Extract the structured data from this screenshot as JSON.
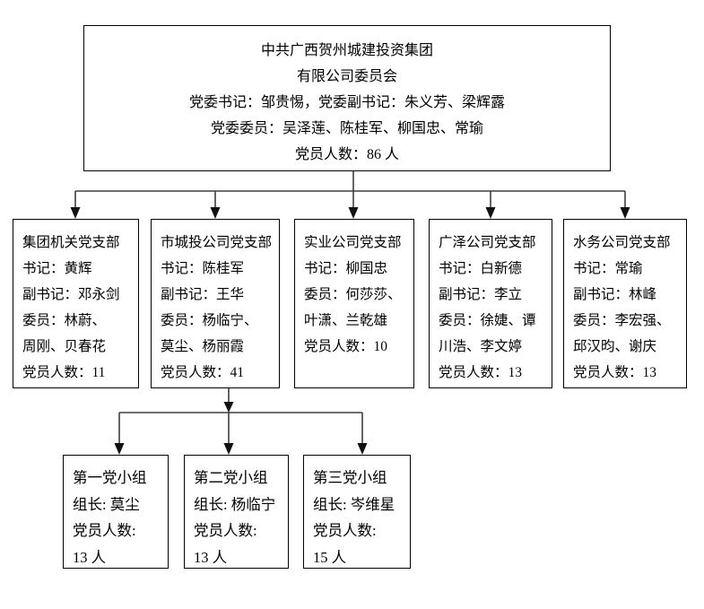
{
  "colors": {
    "line": "#3f3f3f",
    "arrow": "#111111",
    "border": "#000000",
    "background": "#ffffff"
  },
  "root": {
    "lines": [
      "中共广西贺州城建投资集团",
      "有限公司委员会",
      "党委书记：邹贵惕，党委副书记：朱义芳、梁辉露",
      "党委委员：吴泽莲、陈桂军、柳国忠、常瑜",
      "党员人数：86 人"
    ]
  },
  "branches": [
    {
      "title": "集团机关党支部",
      "lines": [
        "集团机关党支部",
        "书记：黄辉",
        "副书记：邓永剑",
        "委员：林蔚、",
        "周刚、贝春花",
        "党员人数：11"
      ]
    },
    {
      "title": "市城投公司党支部",
      "lines": [
        "市城投公司党支部",
        "书记：陈桂军",
        "副书记：王华",
        "委员：杨临宁、",
        "莫尘、杨丽霞",
        "党员人数：41"
      ]
    },
    {
      "title": "实业公司党支部",
      "lines": [
        "实业公司党支部",
        "书记：柳国忠",
        "委员：何莎莎、",
        "叶潇、兰乾雄",
        "党员人数：10"
      ]
    },
    {
      "title": "广泽公司党支部",
      "lines": [
        "广泽公司党支部",
        "书记：白新德",
        "副书记：李立",
        "委员：徐婕、谭",
        "川浩、李文婷",
        "党员人数：13"
      ]
    },
    {
      "title": "水务公司党支部",
      "lines": [
        "水务公司党支部",
        "书记：常瑜",
        "副书记：林峰",
        "委员：李宏强、",
        "邱汉昀、谢庆",
        "党员人数：13"
      ]
    }
  ],
  "groups": [
    {
      "title": "第一党小组",
      "lines": [
        "第一党小组",
        "组长: 莫尘",
        "党员人数:",
        "13 人"
      ]
    },
    {
      "title": "第二党小组",
      "lines": [
        "第二党小组",
        "组长: 杨临宁",
        "党员人数:",
        "13 人"
      ]
    },
    {
      "title": "第三党小组",
      "lines": [
        "第三党小组",
        "组长: 岑维星",
        "党员人数:",
        "15 人"
      ]
    }
  ]
}
